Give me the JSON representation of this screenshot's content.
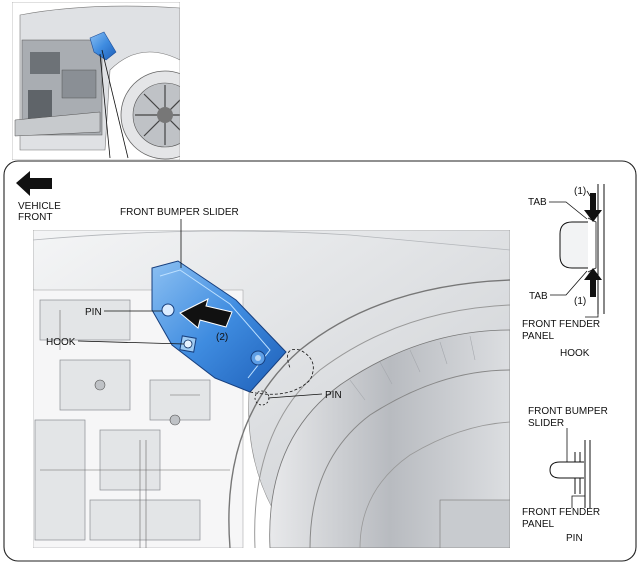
{
  "direction": {
    "line1": "VEHICLE",
    "line2": "FRONT"
  },
  "labels": {
    "front_bumper_slider": "FRONT BUMPER SLIDER",
    "pin_upper": "PIN",
    "hook": "HOOK",
    "pin_lower": "PIN",
    "step2": "(2)"
  },
  "hook_detail": {
    "tab_top": "TAB",
    "tab_bottom": "TAB",
    "step1_top": "(1)",
    "step1_bottom": "(1)",
    "panel_line1": "FRONT FENDER",
    "panel_line2": "PANEL",
    "title": "HOOK"
  },
  "pin_detail": {
    "slider_line1": "FRONT BUMPER",
    "slider_line2": "SLIDER",
    "panel_line1": "FRONT FENDER",
    "panel_line2": "PANEL",
    "title": "PIN"
  },
  "colors": {
    "slider_blue": "#2f79d0",
    "slider_light": "#7fb4ec",
    "line": "#111111"
  }
}
